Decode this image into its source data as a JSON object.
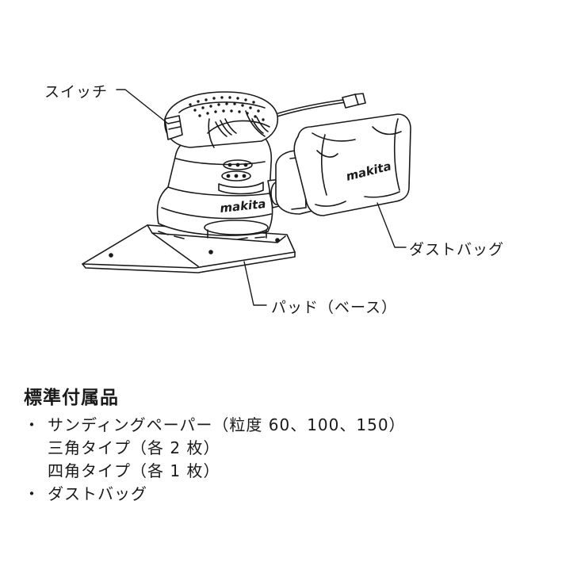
{
  "labels": {
    "switch": "スイッチ",
    "dust_bag": "ダストバッグ",
    "pad": "パッド（ベース）"
  },
  "brand": {
    "logo_text": "makita"
  },
  "accessories": {
    "title": "標準付属品",
    "bullet": "・",
    "items": [
      "サンディングペーパー（粒度 60、100、150）",
      "三角タイプ（各 2 枚）",
      "四角タイプ（各 1 枚）",
      "ダストバッグ"
    ]
  },
  "colors": {
    "ink": "#1a1a1a",
    "background": "#ffffff"
  }
}
